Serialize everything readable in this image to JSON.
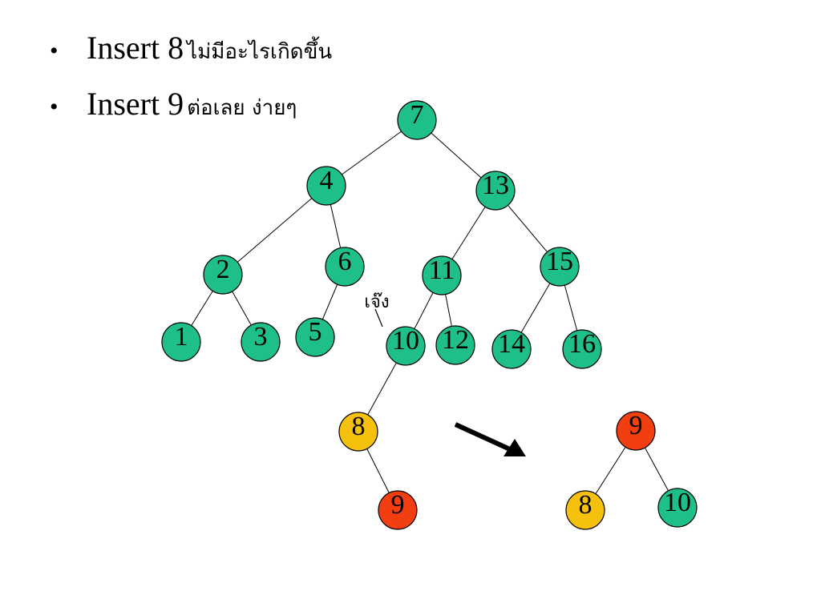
{
  "bullets": [
    {
      "marker": "•",
      "text_en": "Insert 8",
      "text_th": "ไม่มีอะไรเกิดขึ้น"
    },
    {
      "marker": "•",
      "text_en": "Insert 9",
      "text_th": "ต่อเลย ง่ายๆ"
    }
  ],
  "annotation": "เจ๊ง",
  "colors": {
    "green": "#1fbf8c",
    "yellow": "#f5c10d",
    "red": "#f23f12",
    "edge": "#000000",
    "outline": "#000000"
  },
  "main_tree": {
    "nodes": [
      {
        "id": "n7",
        "label": "7",
        "color": "green"
      },
      {
        "id": "n4",
        "label": "4",
        "color": "green"
      },
      {
        "id": "n13",
        "label": "13",
        "color": "green"
      },
      {
        "id": "n2",
        "label": "2",
        "color": "green"
      },
      {
        "id": "n6",
        "label": "6",
        "color": "green"
      },
      {
        "id": "n11",
        "label": "11",
        "color": "green"
      },
      {
        "id": "n15",
        "label": "15",
        "color": "green"
      },
      {
        "id": "n1",
        "label": "1",
        "color": "green"
      },
      {
        "id": "n3",
        "label": "3",
        "color": "green"
      },
      {
        "id": "n5",
        "label": "5",
        "color": "green"
      },
      {
        "id": "n10",
        "label": "10",
        "color": "green"
      },
      {
        "id": "n12",
        "label": "12",
        "color": "green"
      },
      {
        "id": "n14",
        "label": "14",
        "color": "green"
      },
      {
        "id": "n16",
        "label": "16",
        "color": "green"
      },
      {
        "id": "n8",
        "label": "8",
        "color": "yellow"
      },
      {
        "id": "n9",
        "label": "9",
        "color": "red"
      }
    ],
    "edges": [
      [
        "n7",
        "n4"
      ],
      [
        "n7",
        "n13"
      ],
      [
        "n4",
        "n2"
      ],
      [
        "n4",
        "n6"
      ],
      [
        "n13",
        "n11"
      ],
      [
        "n13",
        "n15"
      ],
      [
        "n2",
        "n1"
      ],
      [
        "n2",
        "n3"
      ],
      [
        "n6",
        "n5"
      ],
      [
        "n11",
        "n10"
      ],
      [
        "n11",
        "n12"
      ],
      [
        "n15",
        "n14"
      ],
      [
        "n15",
        "n16"
      ],
      [
        "n10",
        "n8"
      ],
      [
        "n8",
        "n9"
      ]
    ]
  },
  "result_tree": {
    "nodes": [
      {
        "id": "r9",
        "label": "9",
        "color": "red"
      },
      {
        "id": "r8",
        "label": "8",
        "color": "yellow"
      },
      {
        "id": "r10",
        "label": "10",
        "color": "green"
      }
    ],
    "edges": [
      [
        "r9",
        "r8"
      ],
      [
        "r9",
        "r10"
      ]
    ]
  }
}
